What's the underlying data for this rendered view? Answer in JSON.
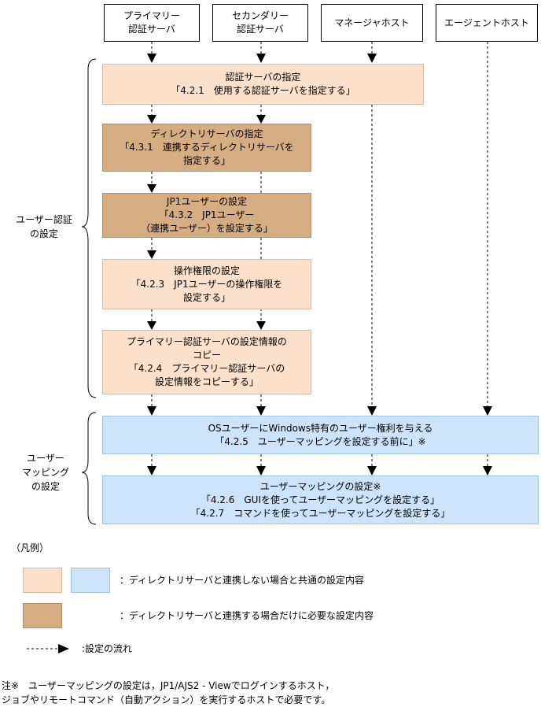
{
  "hosts": [
    {
      "id": "primary",
      "label": "プライマリー\n認証サーバ"
    },
    {
      "id": "secondary",
      "label": "セカンダリー\n認証サーバ"
    },
    {
      "id": "manager",
      "label": "マネージャホスト"
    },
    {
      "id": "agent",
      "label": "エージェントホスト"
    }
  ],
  "groups": {
    "auth": "ユーザー認証\nの設定",
    "mapping": "ユーザー\nマッピング\nの設定"
  },
  "steps": [
    {
      "id": "s1",
      "text": "認証サーバの指定\n「4.2.1　使用する認証サーバを指定する」"
    },
    {
      "id": "s2",
      "text": "ディレクトリサーバの指定\n「4.3.1　連携するディレクトリサーバを\n指定する」"
    },
    {
      "id": "s3",
      "text": "JP1ユーザーの設定\n「4.3.2　JP1ユーザー\n（連携ユーザー）を設定する」"
    },
    {
      "id": "s4",
      "text": "操作権限の設定\n「4.2.3　JP1ユーザーの操作権限を\n設定する」"
    },
    {
      "id": "s5",
      "text": "プライマリー認証サーバの設定情報の\nコピー\n「4.2.4　プライマリー認証サーバの\n設定情報をコピーする」"
    },
    {
      "id": "s6",
      "text": "OSユーザーにWindows特有のユーザー権利を与える\n「4.2.5　ユーザーマッピングを設定する前に」※"
    },
    {
      "id": "s7",
      "text": "ユーザーマッピングの設定※\n「4.2.6　GUIを使ってユーザーマッピングを設定する」\n「4.2.7　コマンドを使ってユーザーマッピングを設定する」"
    }
  ],
  "legend": {
    "title": "（凡例）",
    "common": "：ディレクトリサーバと連携しない場合と共通の設定内容",
    "directory_only": "：ディレクトリサーバと連携する場合だけに必要な設定内容",
    "flow": ":設定の流れ"
  },
  "note": "注※　ユーザーマッピングの設定は，JP1/AJS2 - Viewでログインするホスト，\nジョブやリモートコマンド（自動アクション）を実行するホストで必要です。",
  "colors": {
    "common_fill": "#fbe1cc",
    "directory_fill": "#d6ac82",
    "mapping_fill": "#cce3fa"
  }
}
